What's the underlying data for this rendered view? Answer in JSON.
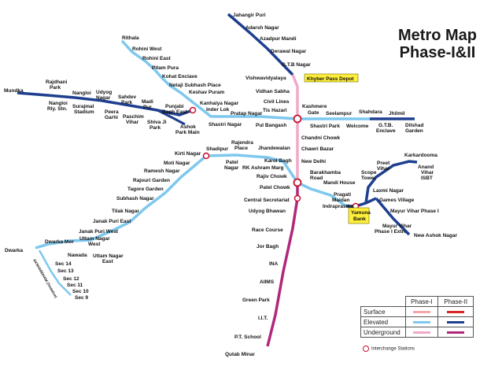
{
  "title": {
    "line1": "Metro Map",
    "line2": "Phase-I&II"
  },
  "colors": {
    "surface_phase1": "#f4a7a7",
    "surface_phase2": "#d62828",
    "elevated_phase1": "#7ec8ee",
    "elevated_phase2": "#1e3f8f",
    "underground_phase1": "#f1a9c9",
    "underground_phase2": "#b0287d",
    "interchange": "#c8102e",
    "highlight": "#ffef3a"
  },
  "legend": {
    "headers": [
      "Phase-I",
      "Phase-II"
    ],
    "rows": [
      {
        "label": "Surface",
        "p1": "#f4a7a7",
        "p2": "#d62828"
      },
      {
        "label": "Elevated",
        "p1": "#7ec8ee",
        "p2": "#1e3f8f"
      },
      {
        "label": "Underground",
        "p1": "#f1a9c9",
        "p2": "#b0287d"
      }
    ],
    "interchange_label": "Interchange Stations"
  },
  "highlighted": [
    "Khyber Pass Depot",
    "Yamuna Bank"
  ],
  "stations": [
    "Jahangir Puri",
    "Adarsh Nagar",
    "Azadpur Mandi",
    "Derawal Nagar",
    "G.T.B Nagar",
    "Vishwavidyalaya",
    "Vidhan Sabha",
    "Civil Lines",
    "Tis Hazari",
    "Kashmere Gate",
    "Chandni Chowk",
    "Chawri Bazar",
    "New Delhi",
    "Rajiv Chowk",
    "Patel Chowk",
    "Central Secretariat",
    "Udyog Bhawan",
    "Race Course",
    "Jor Bagh",
    "INA",
    "AIIMS",
    "Green Park",
    "I.I.T.",
    "P.T. School",
    "Qutab Minar",
    "Rithala",
    "Rohini West",
    "Rohini East",
    "Pitam Pura",
    "Kohat Enclave",
    "Netaji Subhash Place",
    "Keshav Puram",
    "Kanhaiya Nagar",
    "Inder Lok",
    "Shastri Nagar",
    "Pratap Nagar",
    "Pul Bangash",
    "Shastri Park",
    "Seelampur",
    "Welcome",
    "Shahdara",
    "Jhilmil",
    "G.T.B. Enclave",
    "Dilshad Garden",
    "Mundka",
    "Rajdhani Park",
    "Nangloi",
    "Nangloi Rly. Stn.",
    "Udyog Nagar",
    "Surajmal Stadium",
    "Sahdev Park",
    "Peera Garhi",
    "Madi Pur",
    "Paschim Vihar",
    "Shiva Ji Park",
    "Punjabi Bagh East",
    "Ashok Park Main",
    "Kirti Nagar",
    "Moti Nagar",
    "Ramesh Nagar",
    "Rajouri Garden",
    "Tagore Garden",
    "Subhash Nagar",
    "Tilak Nagar",
    "Janak Puri East",
    "Janak Puri West",
    "Uttam Nagar West",
    "Uttam Nagar East",
    "Nawada",
    "Dwarka Mor",
    "Dwarka",
    "Sec 14",
    "Sec 13",
    "Sec 12",
    "Sec 11",
    "Sec 10",
    "Sec 9",
    "Shadipur",
    "Patel Nagar",
    "Rajendra Place",
    "Karol Bagh",
    "Jhandewalan",
    "RK Ashram Marg",
    "Barakhamba Road",
    "Mandi House",
    "Pragati Maidan",
    "Indraprastha",
    "Yamuna Bank",
    "Laxmi Nagar",
    "Preet Vihar",
    "Karkardooma",
    "Anand Vihar ISBT",
    "Scope Tower",
    "Mayur Vihar Phase I",
    "Mayur Vihar Phase I Extn.",
    "New Ashok Nagar",
    "Akshardham",
    "Khyber Pass Depot"
  ],
  "labels": {
    "jahangirpuri": "Jahangir Puri",
    "adarsh": "Adarsh Nagar",
    "azadpur": "Azadpur Mandi",
    "derawal": "Derawal Nagar",
    "gtb": "G.T.B Nagar",
    "vishwa": "Vishwavidyalaya",
    "khyber": "Khyber Pass Depot",
    "vidhan": "Vidhan Sabha",
    "civil": "Civil Lines",
    "tis": "Tis Hazari",
    "kashmere1": "Kashmere",
    "kashmere2": "Gate",
    "chandni": "Chandni Chowk",
    "chawri": "Chawri Bazar",
    "newdelhi": "New Delhi",
    "rajiv": "Rajiv Chowk",
    "patelchowk": "Patel Chowk",
    "centralsec": "Central Secretariat",
    "udyogb": "Udyog Bhawan",
    "race": "Race Course",
    "jorbagh": "Jor Bagh",
    "ina": "INA",
    "aiims": "AIIMS",
    "green": "Green Park",
    "iit": "I.I.T.",
    "pts": "P.T. School",
    "qutab": "Qutab Minar",
    "rithala": "Rithala",
    "rohiniw": "Rohini West",
    "rohinie": "Rohini East",
    "pitam": "Pitam Pura",
    "kohat": "Kohat Enclave",
    "netaji": "Netaji Subhash Place",
    "keshav": "Keshav Puram",
    "kanhaiya": "Kanhaiya Nagar",
    "inderlok": "Inder Lok",
    "shastrinagar": "Shastri Nagar",
    "pratap": "Pratap Nagar",
    "pulb": "Pul Bangash",
    "shastripark": "Shastri Park",
    "seelampur": "Seelampur",
    "welcome": "Welcome",
    "shahdara": "Shahdara",
    "jhilmil": "Jhilmil",
    "gtbe1": "G.T.B.",
    "gtbe2": "Enclave",
    "dilshad1": "Dilshad",
    "dilshad2": "Garden",
    "mundka": "Mundka",
    "rajdhani1": "Rajdhani",
    "rajdhani2": "Park",
    "nangloi": "Nangloi",
    "nangloirly1": "Nangloi",
    "nangloirly2": "Rly. Stn.",
    "udyogn1": "Udyog",
    "udyogn2": "Nagar",
    "surajmal1": "Surajmal",
    "surajmal2": "Stadium",
    "sahdev1": "Sahdev",
    "sahdev2": "Park",
    "peera1": "Peera",
    "peera2": "Garhi",
    "madi1": "Madi",
    "madi2": "Pur",
    "paschim1": "Paschim",
    "paschim2": "Vihar",
    "shivaji1": "Shiva Ji",
    "shivaji2": "Park",
    "punjabi1": "Punjabi",
    "punjabi2": "Bagh East",
    "ashok1": "Ashok",
    "ashok2": "Park Main",
    "kirti": "Kirti Nagar",
    "moti": "Moti Nagar",
    "ramesh": "Ramesh Nagar",
    "rajouri": "Rajouri Garden",
    "tagore": "Tagore Garden",
    "subhash": "Subhash Nagar",
    "tilak": "Tilak Nagar",
    "janake": "Janak Puri East",
    "janakw": "Janak Puri West",
    "uttamw1": "Uttam Nagar",
    "uttamw2": "West",
    "uttame1": "Uttam Nagar",
    "uttame2": "East",
    "nawada": "Nawada",
    "dwarkamor": "Dwarka Mor",
    "dwarka": "Dwarka",
    "sec14": "Sec 14",
    "sec13": "Sec 13",
    "sec12": "Sec 12",
    "sec11": "Sec 11",
    "sec10": "Sec 10",
    "sec9": "Sec 9",
    "shadipur": "Shadipur",
    "pateln1": "Patel",
    "pateln2": "Nagar",
    "rajendra1": "Rajendra",
    "rajendra2": "Place",
    "karol": "Karol Bagh",
    "jhandewalan": "Jhandewalan",
    "rkashram": "RK Ashram Marg",
    "barakhamba1": "Barakhamba",
    "barakhamba2": "Road",
    "mandi": "Mandi House",
    "pragati1": "Pragati",
    "pragati2": "Maidan",
    "indra": "Indraprastha",
    "yamuna1": "Yamuna",
    "yamuna2": "Bank",
    "laxmi": "Laxmi Nagar",
    "preet1": "Preet",
    "preet2": "Vihar",
    "karkar": "Karkardooma",
    "anand1": "Anand",
    "anand2": "Vihar",
    "anand3": "ISBT",
    "scope1": "Scope",
    "scope2": "Tower",
    "games": "Games Village",
    "mayur1": "Mayur Vihar Phase I",
    "mayurx1": "Mayur Vihar",
    "mayurx2": "Phase I  Extn.",
    "newashok": "New Ashok Nagar",
    "akshardham": "AKSHARDHAM (Tentative)"
  }
}
